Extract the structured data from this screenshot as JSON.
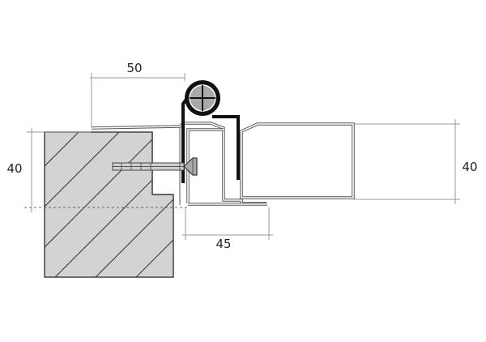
{
  "diagram": {
    "dimensions": {
      "top_width": "50",
      "bottom_width": "45",
      "left_height": "40",
      "right_height": "40"
    },
    "colors": {
      "wall_fill": "#d3d3d3",
      "hatch": "#333333",
      "outline": "#444444",
      "dimension_line": "#9a9a9a",
      "hinge": "#111111",
      "screw_head": "#aaaaaa"
    },
    "icons": {
      "hinge_knuckle": "cross-circle-icon",
      "screw": "screw-icon"
    }
  }
}
